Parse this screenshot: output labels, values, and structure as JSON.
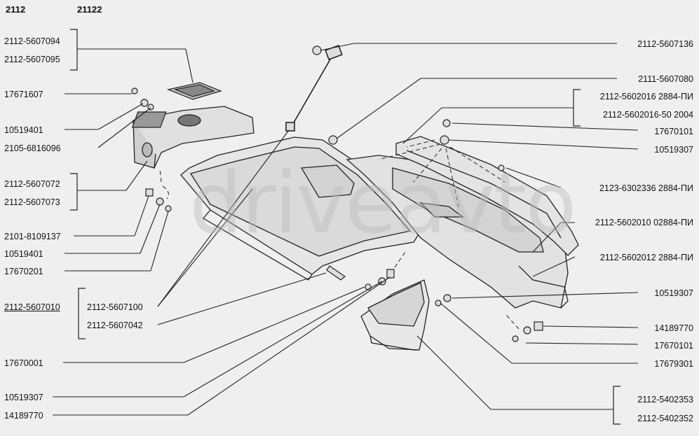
{
  "header": {
    "model_a": "2112",
    "model_b": "21122"
  },
  "watermark": "driveavto",
  "labels_left": {
    "l1": "2112-5607094",
    "l2": "2112-5607095",
    "l3": "17671607",
    "l4": "10519401",
    "l5": "2105-6816096",
    "l6": "2112-5607072",
    "l7": "2112-5607073",
    "l8": "2101-8109137",
    "l9": "10519401",
    "l10": "17670201",
    "l11": "2112-5607010",
    "l12": "2112-5607100",
    "l13": "2112-5607042",
    "l14": "17670001",
    "l15": "10519307",
    "l16": "14189770"
  },
  "labels_right": {
    "r1": "2112-5607136",
    "r2": "2111-5607080",
    "r3": "2112-5602016 2884-ПИ",
    "r4": "2112-5602016-50 2004",
    "r5": "17670101",
    "r6": "10519307",
    "r7": "2123-6302336 2884-ПИ",
    "r8": "2112-5602010 02884-ПИ",
    "r9": "2112-5602012 2884-ПИ",
    "r10": "10519307",
    "r11": "14189770",
    "r12": "17670101",
    "r13": "17679301",
    "r14": "2112-5402353",
    "r15": "2112-5402352"
  }
}
